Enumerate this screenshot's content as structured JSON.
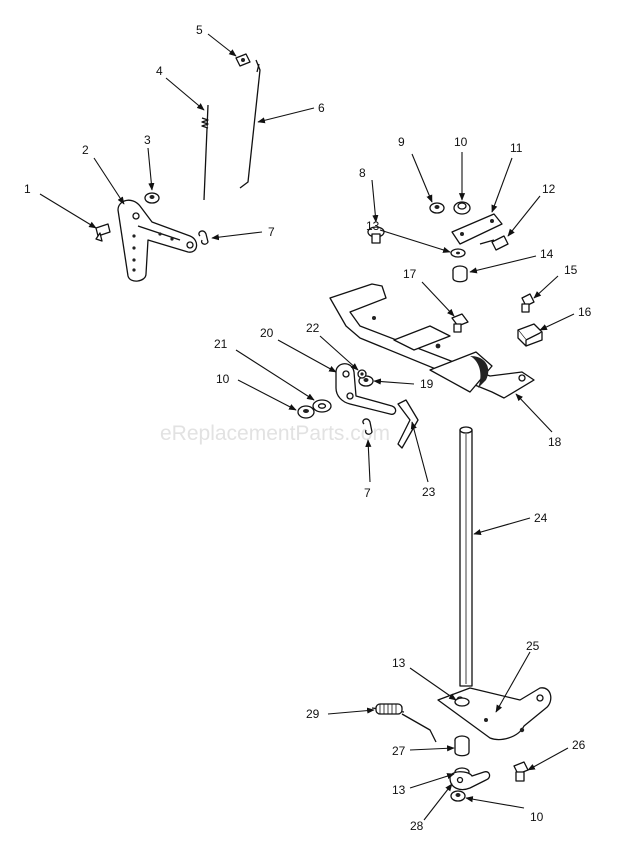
{
  "watermark": "eReplacementParts.com",
  "callouts": [
    "1",
    "2",
    "3",
    "4",
    "5",
    "6",
    "7",
    "8",
    "9",
    "10",
    "11",
    "12",
    "13",
    "14",
    "15",
    "16",
    "17",
    "18",
    "19",
    "20",
    "21",
    "22",
    "10",
    "23",
    "7",
    "24",
    "25",
    "13",
    "29",
    "26",
    "27",
    "13",
    "28",
    "10"
  ]
}
